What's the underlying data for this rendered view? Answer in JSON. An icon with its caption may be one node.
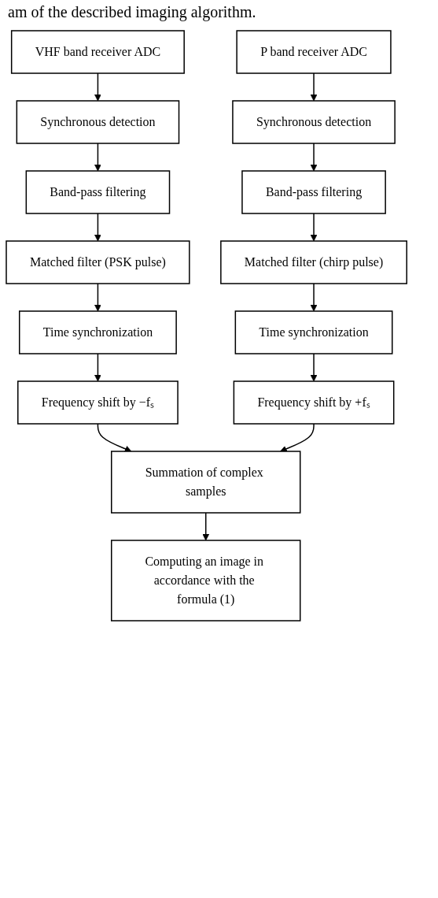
{
  "diagram": {
    "nodes": [
      {
        "text": [
          "VHF band receiver ADC"
        ]
      },
      {
        "text": [
          "P band receiver ADC"
        ]
      },
      {
        "text": [
          "Synchronous detection"
        ]
      },
      {
        "text": [
          "Synchronous detection"
        ]
      },
      {
        "text": [
          "Band-pass filtering"
        ]
      },
      {
        "text": [
          "Band-pass filtering"
        ]
      },
      {
        "text": [
          "Matched filter (PSK pulse)"
        ]
      },
      {
        "text": [
          "Matched filter (chirp pulse)"
        ]
      },
      {
        "text": [
          "Time synchronization"
        ]
      },
      {
        "text": [
          "Time synchronization"
        ]
      },
      {
        "text": [
          "Frequency shift by −fₛ"
        ]
      },
      {
        "text": [
          "Frequency shift by +fₛ"
        ]
      },
      {
        "text": [
          "Summation of complex samples"
        ]
      },
      {
        "text": [
          "Computing an image in accordance with the formula (1)"
        ]
      }
    ],
    "edges": [
      {
        "from": 0,
        "to": 2,
        "arrow": "to"
      },
      {
        "from": 1,
        "to": 3,
        "arrow": "to"
      },
      {
        "from": 2,
        "to": 4,
        "arrow": "to"
      },
      {
        "from": 3,
        "to": 5,
        "arrow": "to"
      },
      {
        "from": 4,
        "to": 6,
        "arrow": "to"
      },
      {
        "from": 5,
        "to": 7,
        "arrow": "to"
      },
      {
        "from": 6,
        "to": 8,
        "arrow": "to"
      },
      {
        "from": 7,
        "to": 9,
        "arrow": "to"
      },
      {
        "from": 8,
        "to": 10,
        "arrow": "to"
      },
      {
        "from": 9,
        "to": 11,
        "arrow": "to"
      },
      {
        "from": 10,
        "to": 12,
        "arrow": "to"
      },
      {
        "from": 11,
        "to": 12,
        "arrow": "to"
      },
      {
        "from": 12,
        "to": 13,
        "arrow": "to"
      }
    ],
    "labels": [
      "am of the described imaging algorithm."
    ]
  }
}
